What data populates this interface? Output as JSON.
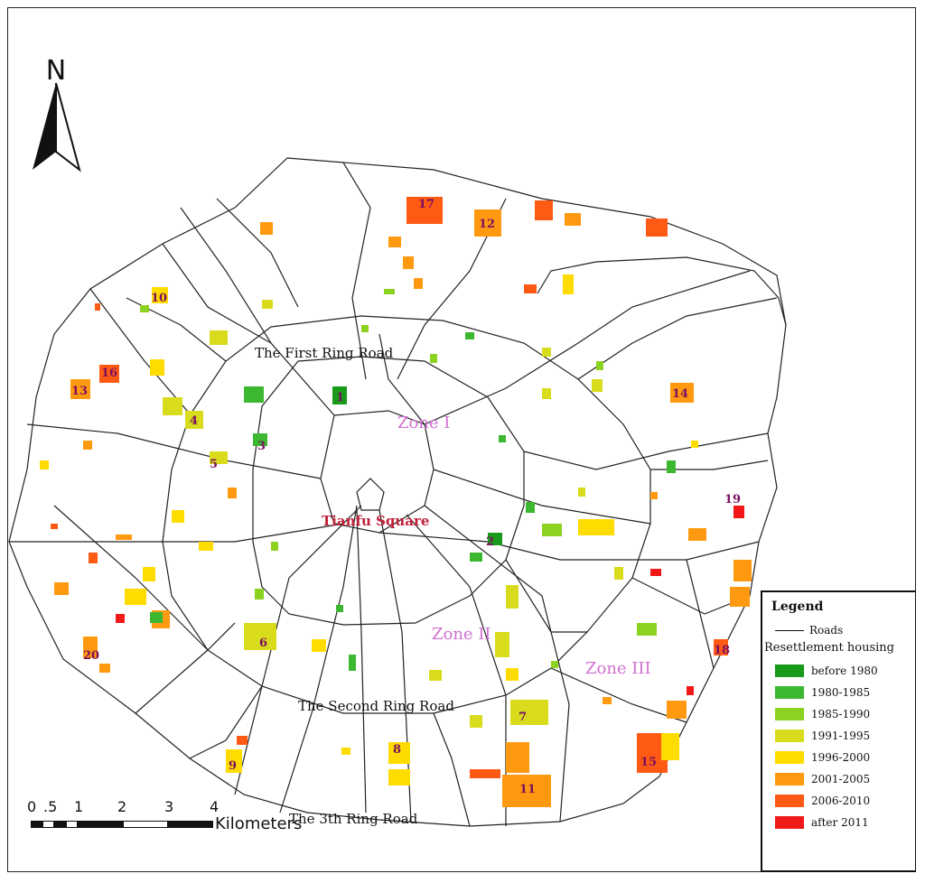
{
  "north_label": "N",
  "road_labels": {
    "first_ring": "The First Ring Road",
    "second_ring": "The Second Ring Road",
    "third_ring": "The 3th Ring Road"
  },
  "center_label": "Tianfu Square",
  "zones": {
    "zone1": "Zone I",
    "zone2": "Zone II",
    "zone3": "Zone III"
  },
  "site_numbers": [
    "1",
    "2",
    "3",
    "4",
    "5",
    "6",
    "7",
    "8",
    "9",
    "10",
    "11",
    "12",
    "13",
    "14",
    "15",
    "16",
    "17",
    "18",
    "19",
    "20"
  ],
  "scale": {
    "ticks": [
      "0",
      ".5",
      "1",
      "2",
      "3",
      "4"
    ],
    "unit": "Kilometers"
  },
  "legend": {
    "title": "Legend",
    "roads_label": "Roads",
    "subtitle": "Resettlement housing",
    "items": [
      {
        "label": "before 1980",
        "color": "#1a9a1a"
      },
      {
        "label": "1980-1985",
        "color": "#3cb830"
      },
      {
        "label": "1985-1990",
        "color": "#8cd220"
      },
      {
        "label": "1991-1995",
        "color": "#d8dc1c"
      },
      {
        "label": "1996-2000",
        "color": "#ffdc00"
      },
      {
        "label": "2001-2005",
        "color": "#ff9a10"
      },
      {
        "label": "2006-2010",
        "color": "#ff5a14"
      },
      {
        "label": "after 2011",
        "color": "#f01818"
      }
    ]
  }
}
